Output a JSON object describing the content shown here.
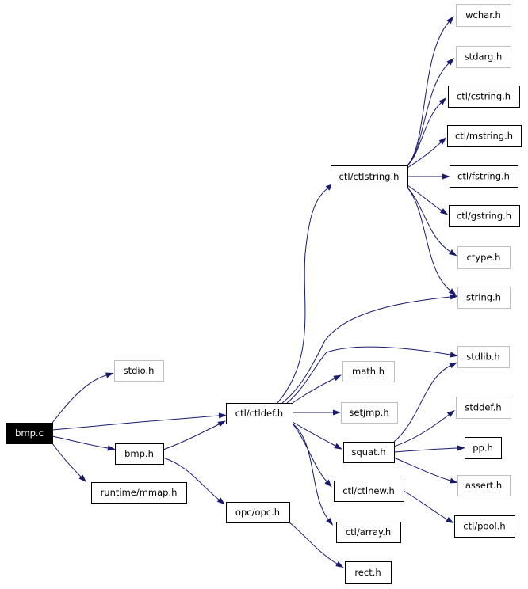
{
  "colors": {
    "edge": "#191970",
    "border_documented": "#000000",
    "border_undocumented": "#bfbfbf",
    "root_fill": "#000000",
    "root_text": "#ffffff",
    "node_fill": "#ffffff",
    "node_text": "#000000"
  },
  "nodes": [
    {
      "id": "bmp_c",
      "label": "bmp.c",
      "kind": "root"
    },
    {
      "id": "stdio_h",
      "label": "stdio.h",
      "kind": "undocumented"
    },
    {
      "id": "bmp_h",
      "label": "bmp.h",
      "kind": "documented"
    },
    {
      "id": "mmap_h",
      "label": "runtime/mmap.h",
      "kind": "documented"
    },
    {
      "id": "ctldef_h",
      "label": "ctl/ctldef.h",
      "kind": "documented"
    },
    {
      "id": "opc_h",
      "label": "opc/opc.h",
      "kind": "documented"
    },
    {
      "id": "ctlstring_h",
      "label": "ctl/ctlstring.h",
      "kind": "documented"
    },
    {
      "id": "math_h",
      "label": "math.h",
      "kind": "undocumented"
    },
    {
      "id": "setjmp_h",
      "label": "setjmp.h",
      "kind": "undocumented"
    },
    {
      "id": "squat_h",
      "label": "squat.h",
      "kind": "documented"
    },
    {
      "id": "ctlnew_h",
      "label": "ctl/ctlnew.h",
      "kind": "documented"
    },
    {
      "id": "array_h",
      "label": "ctl/array.h",
      "kind": "documented"
    },
    {
      "id": "rect_h",
      "label": "rect.h",
      "kind": "documented"
    },
    {
      "id": "wchar_h",
      "label": "wchar.h",
      "kind": "undocumented"
    },
    {
      "id": "stdarg_h",
      "label": "stdarg.h",
      "kind": "undocumented"
    },
    {
      "id": "cstring_h",
      "label": "ctl/cstring.h",
      "kind": "documented"
    },
    {
      "id": "mstring_h",
      "label": "ctl/mstring.h",
      "kind": "documented"
    },
    {
      "id": "fstring_h",
      "label": "ctl/fstring.h",
      "kind": "documented"
    },
    {
      "id": "gstring_h",
      "label": "ctl/gstring.h",
      "kind": "documented"
    },
    {
      "id": "ctype_h",
      "label": "ctype.h",
      "kind": "undocumented"
    },
    {
      "id": "string_h",
      "label": "string.h",
      "kind": "undocumented"
    },
    {
      "id": "stdlib_h",
      "label": "stdlib.h",
      "kind": "undocumented"
    },
    {
      "id": "stddef_h",
      "label": "stddef.h",
      "kind": "undocumented"
    },
    {
      "id": "pp_h",
      "label": "pp.h",
      "kind": "documented"
    },
    {
      "id": "assert_h",
      "label": "assert.h",
      "kind": "undocumented"
    },
    {
      "id": "pool_h",
      "label": "ctl/pool.h",
      "kind": "documented"
    }
  ],
  "edges": [
    {
      "from": "bmp_c",
      "to": "stdio_h"
    },
    {
      "from": "bmp_c",
      "to": "ctldef_h"
    },
    {
      "from": "bmp_c",
      "to": "bmp_h"
    },
    {
      "from": "bmp_c",
      "to": "mmap_h"
    },
    {
      "from": "bmp_h",
      "to": "ctldef_h"
    },
    {
      "from": "bmp_h",
      "to": "opc_h"
    },
    {
      "from": "opc_h",
      "to": "rect_h"
    },
    {
      "from": "ctldef_h",
      "to": "ctlstring_h"
    },
    {
      "from": "ctldef_h",
      "to": "string_h"
    },
    {
      "from": "ctldef_h",
      "to": "stdlib_h"
    },
    {
      "from": "ctldef_h",
      "to": "math_h"
    },
    {
      "from": "ctldef_h",
      "to": "setjmp_h"
    },
    {
      "from": "ctldef_h",
      "to": "squat_h"
    },
    {
      "from": "ctldef_h",
      "to": "ctlnew_h"
    },
    {
      "from": "ctldef_h",
      "to": "array_h"
    },
    {
      "from": "ctlstring_h",
      "to": "wchar_h"
    },
    {
      "from": "ctlstring_h",
      "to": "stdarg_h"
    },
    {
      "from": "ctlstring_h",
      "to": "cstring_h"
    },
    {
      "from": "ctlstring_h",
      "to": "mstring_h"
    },
    {
      "from": "ctlstring_h",
      "to": "fstring_h"
    },
    {
      "from": "ctlstring_h",
      "to": "gstring_h"
    },
    {
      "from": "ctlstring_h",
      "to": "ctype_h"
    },
    {
      "from": "ctlstring_h",
      "to": "string_h"
    },
    {
      "from": "squat_h",
      "to": "stdlib_h"
    },
    {
      "from": "squat_h",
      "to": "stddef_h"
    },
    {
      "from": "squat_h",
      "to": "pp_h"
    },
    {
      "from": "squat_h",
      "to": "assert_h"
    },
    {
      "from": "ctlnew_h",
      "to": "pool_h"
    }
  ]
}
